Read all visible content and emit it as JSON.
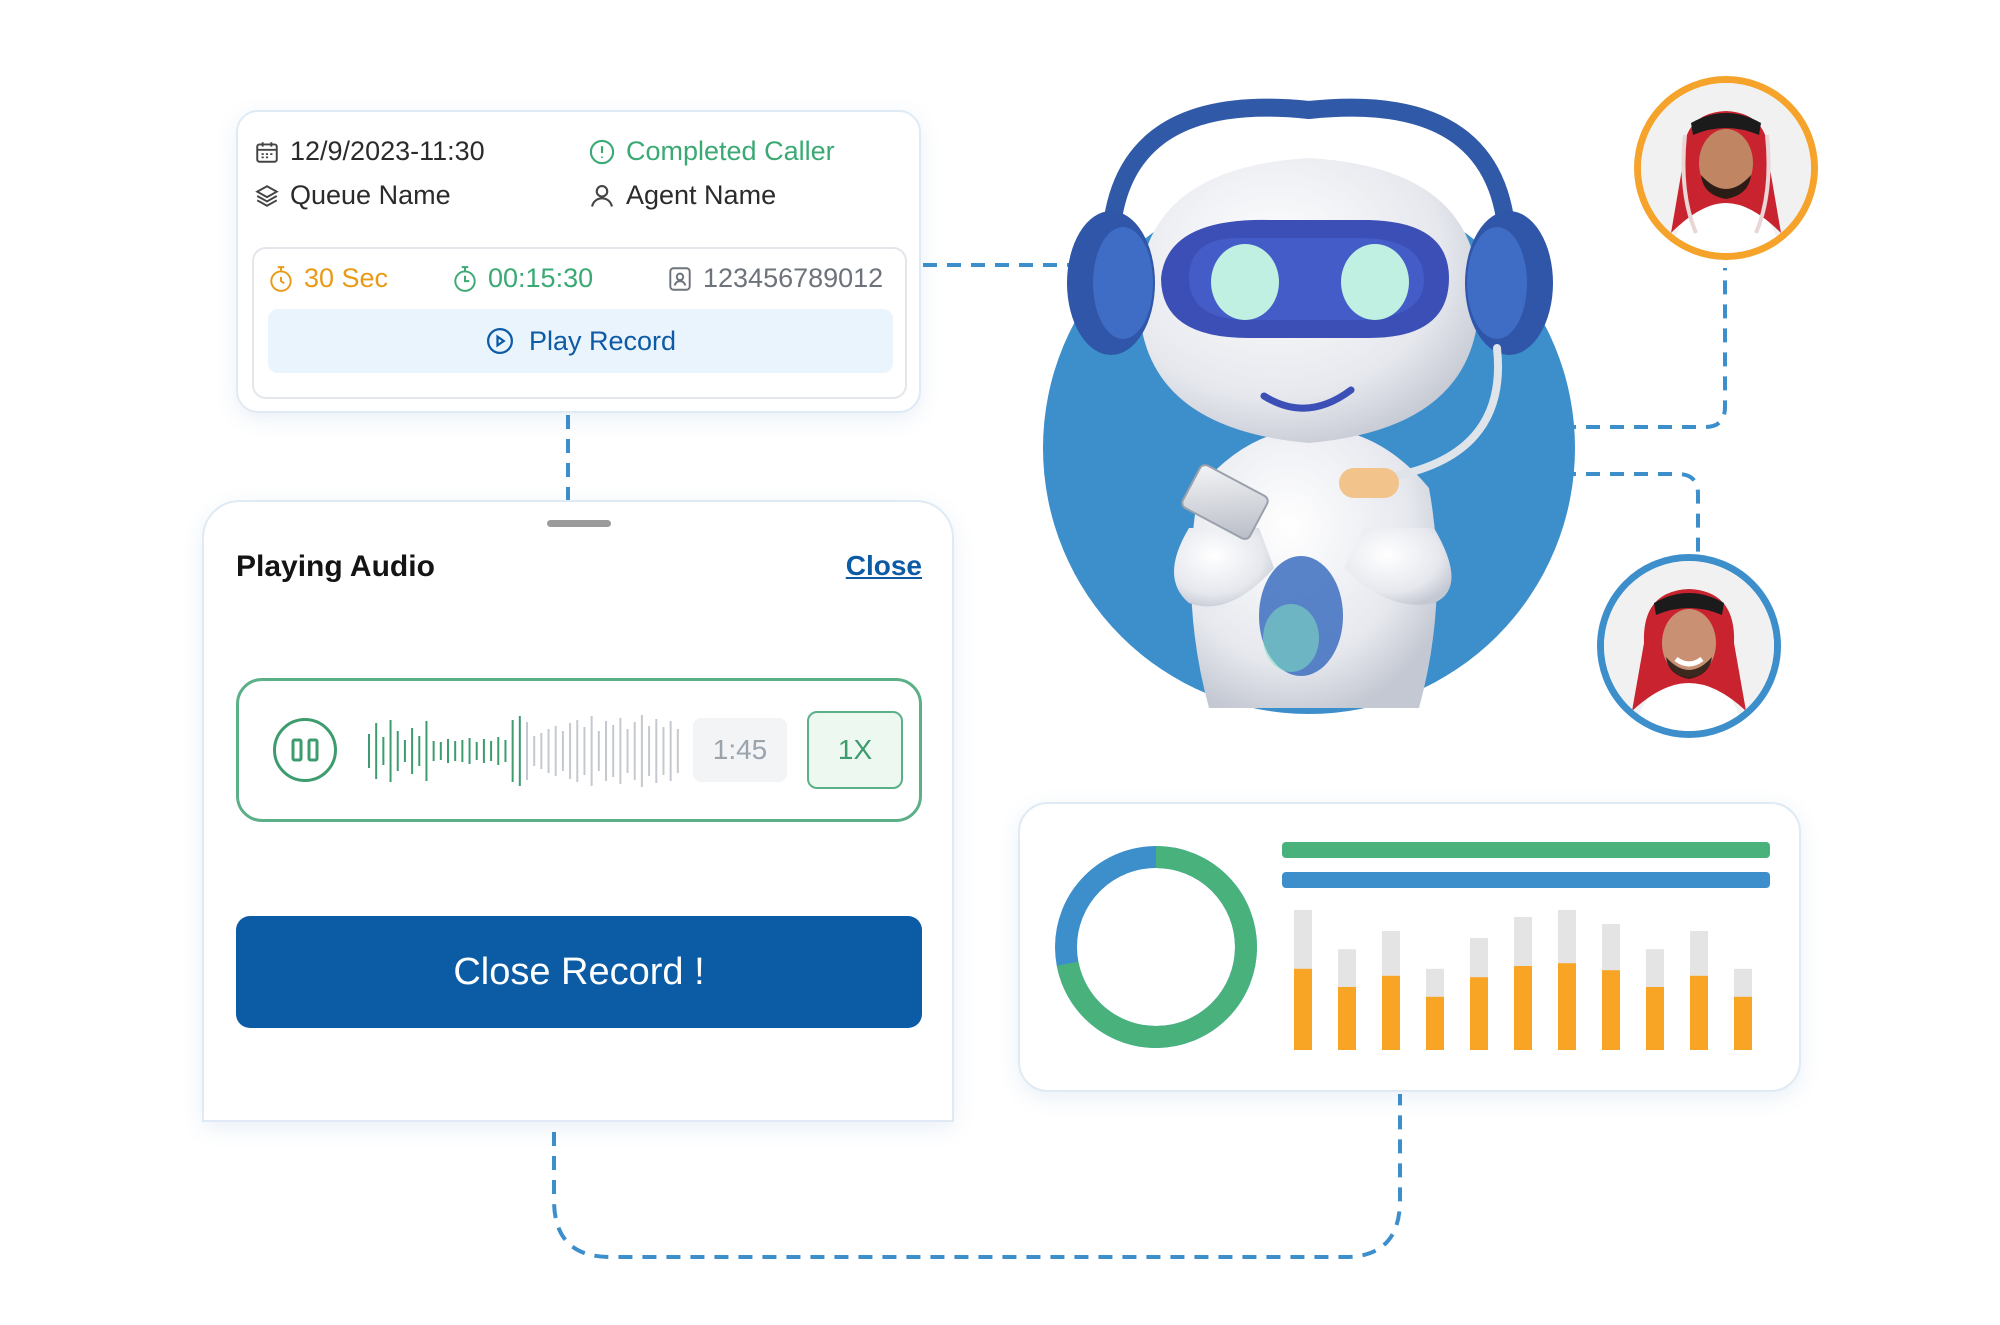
{
  "call_card": {
    "datetime": "12/9/2023-11:30",
    "status": "Completed Caller",
    "queue": "Queue Name",
    "agent": "Agent Name",
    "wait_time": "30 Sec",
    "duration": "00:15:30",
    "phone": "123456789012",
    "play_label": "Play Record",
    "colors": {
      "status": "#3aa973",
      "wait": "#e99a16",
      "duration": "#3aa973",
      "play": "#0d5aa5"
    }
  },
  "audio_player": {
    "title": "Playing Audio",
    "close_label": "Close",
    "time": "1:45",
    "speed": "1X",
    "close_record_label": "Close Record !",
    "accent": "#0b5ca5",
    "wave_color": "#3d9c6e"
  },
  "stats": {
    "donut": {
      "green_fraction": 0.72,
      "colors": [
        "#49b27c",
        "#3d8fcc"
      ]
    },
    "progress_bars": [
      {
        "fraction": 1.0,
        "color": "#49b27c"
      },
      {
        "fraction": 1.0,
        "color": "#3d8fcc"
      }
    ],
    "bar_chart": {
      "total": [
        100,
        72,
        85,
        58,
        80,
        95,
        100,
        90,
        72,
        85,
        58
      ],
      "orange": [
        58,
        45,
        53,
        38,
        52,
        60,
        62,
        57,
        45,
        53,
        38
      ],
      "colors": {
        "total": "#e4e4e4",
        "orange": "#f8a526"
      }
    }
  },
  "icons": [
    "calendar-icon",
    "check-circle-icon",
    "layers-icon",
    "user-icon",
    "timer-icon",
    "clock-icon",
    "contact-icon",
    "play-circle-icon",
    "pause-icon"
  ]
}
